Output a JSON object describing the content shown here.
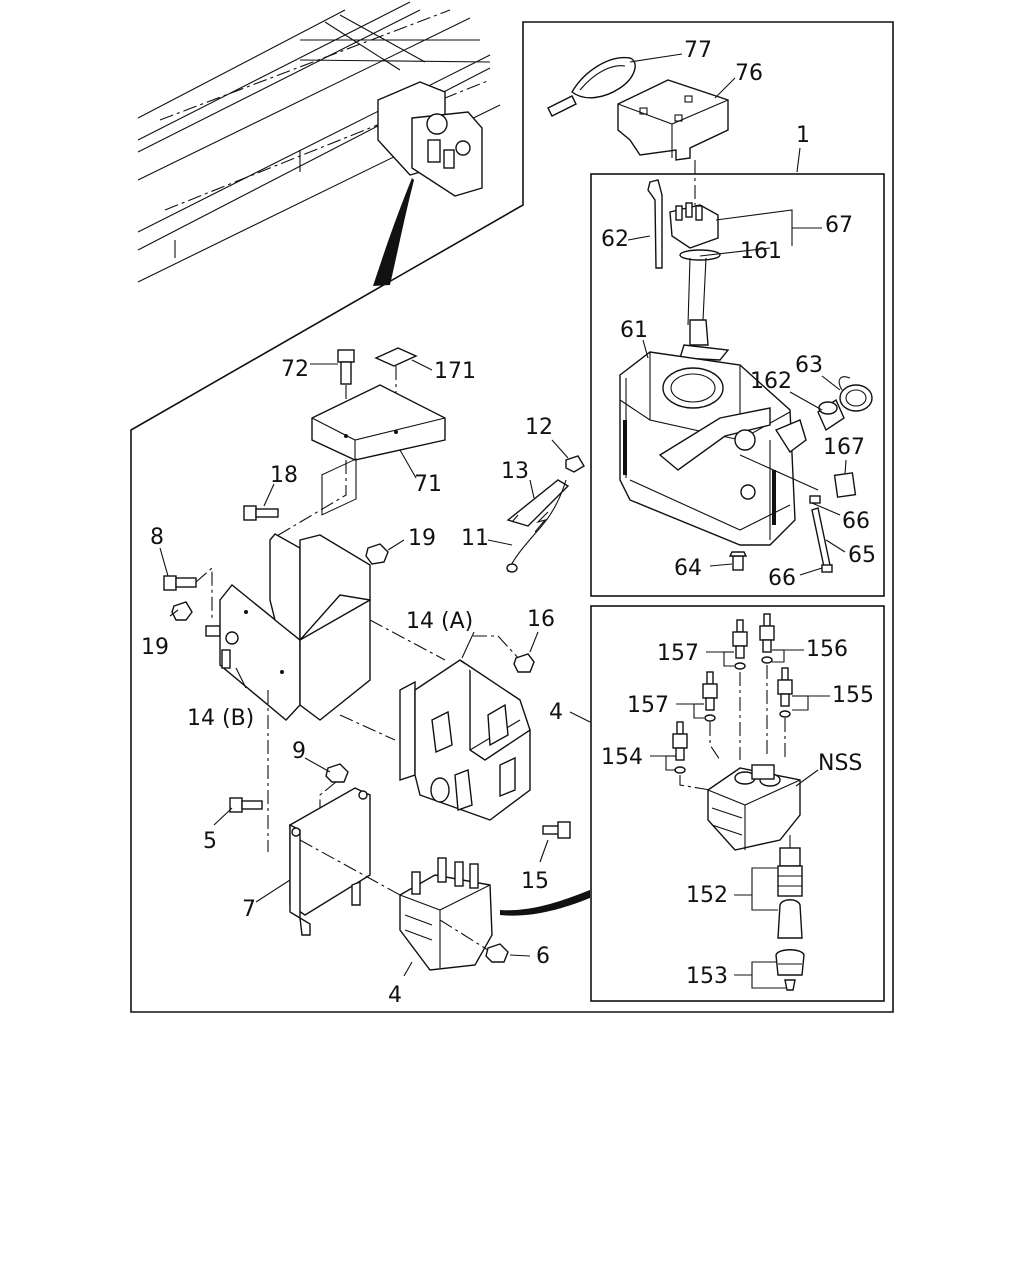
{
  "labels": {
    "l77": "77",
    "l76": "76",
    "l1": "1",
    "l67": "67",
    "l62": "62",
    "l161": "161",
    "l61": "61",
    "l63": "63",
    "l162": "162",
    "l167": "167",
    "l66a": "66",
    "l65": "65",
    "l64": "64",
    "l66b": "66",
    "l72": "72",
    "l171": "171",
    "l71": "71",
    "l12": "12",
    "l13": "13",
    "l11": "11",
    "l18": "18",
    "l19a": "19",
    "l8": "8",
    "l19b": "19",
    "l14a": "14 (A)",
    "l16": "16",
    "l14b": "14 (B)",
    "l4a": "4",
    "l9": "9",
    "l5": "5",
    "l15": "15",
    "l7": "7",
    "l6": "6",
    "l4b": "4",
    "l157a": "157",
    "l156": "156",
    "l157b": "157",
    "l155": "155",
    "l154": "154",
    "lnss": "NSS",
    "l152": "152",
    "l153": "153"
  }
}
